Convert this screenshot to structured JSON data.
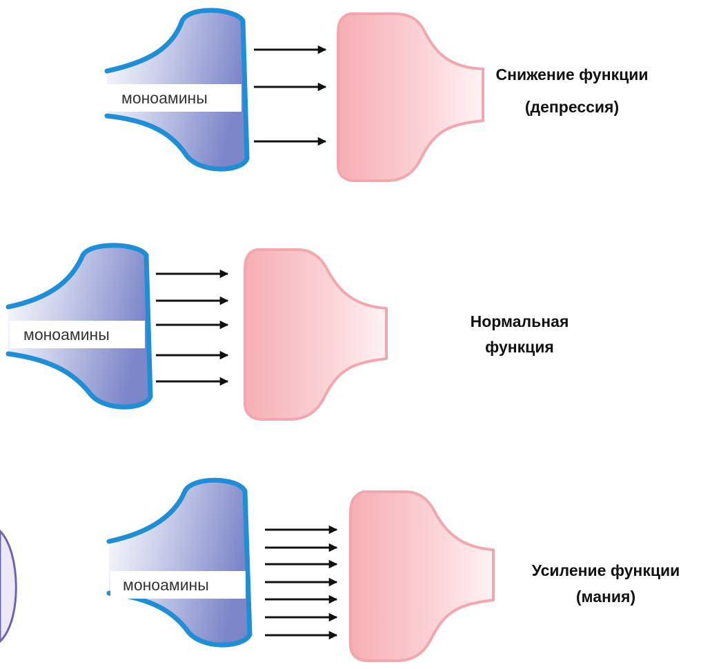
{
  "colors": {
    "presynaptic_stroke": "#1e8fd6",
    "presynaptic_fill_dark": "#7d86c9",
    "presynaptic_fill_light": "#ffffff",
    "postsynaptic_stroke": "#f2a6ad",
    "postsynaptic_fill_dark": "#f6aeb4",
    "postsynaptic_fill_light": "#fff3f4",
    "arrow": "#111111",
    "label": "#111111",
    "background": "#ffffff",
    "side_decoration": "#6b65b0"
  },
  "panels": [
    {
      "id": "depression",
      "presynaptic_label": "моноамины",
      "arrow_count": 3,
      "caption_line1": "Снижение функции",
      "caption_line2": "(депрессия)"
    },
    {
      "id": "normal",
      "presynaptic_label": "моноамины",
      "arrow_count": 5,
      "caption_line1": "Нормальная",
      "caption_line2": "функция"
    },
    {
      "id": "mania",
      "presynaptic_label": "моноамины",
      "arrow_count": 7,
      "caption_line1": "Усиление функции",
      "caption_line2": "(мания)"
    }
  ]
}
